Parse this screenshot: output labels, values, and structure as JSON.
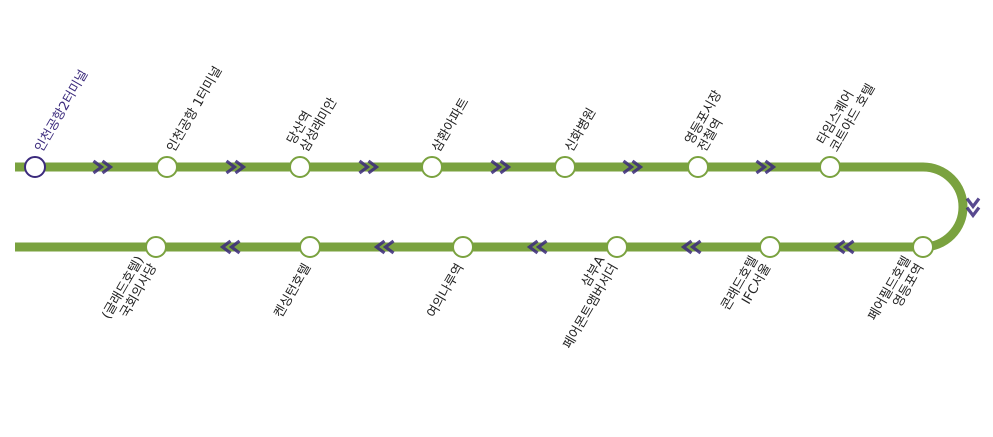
{
  "colors": {
    "line": "#7aa23f",
    "arrow": "#3b2a7c",
    "stop_fill": "#ffffff",
    "first_stop_stroke": "#3b2a7c",
    "first_label": "#3b2a7c",
    "label": "#222222"
  },
  "icons": {
    "direction_arrow": "double-chevron-icon"
  },
  "route": {
    "top_stops": [
      {
        "name": "stop-incheon-airport-t2",
        "lines": [
          "인천공항2터미널"
        ],
        "first": true
      },
      {
        "name": "stop-incheon-airport-t1",
        "lines": [
          "인천공항 1터미널"
        ]
      },
      {
        "name": "stop-dangsan",
        "lines": [
          "당산역",
          "삼성래미안"
        ]
      },
      {
        "name": "stop-samhwan-apt",
        "lines": [
          "삼환아파트"
        ]
      },
      {
        "name": "stop-sinhwa-hospital",
        "lines": [
          "신화병원"
        ]
      },
      {
        "name": "stop-yeongdeungpo-market",
        "lines": [
          "영등포시장",
          "전철역"
        ]
      },
      {
        "name": "stop-times-square",
        "lines": [
          "타임스퀘어",
          "코트야드 호텔"
        ]
      }
    ],
    "bottom_stops": [
      {
        "name": "stop-national-assembly",
        "lines": [
          "국회의사당",
          "(글래드호텔)"
        ]
      },
      {
        "name": "stop-kensington",
        "lines": [
          "켄싱턴호텔"
        ]
      },
      {
        "name": "stop-yeouinaru",
        "lines": [
          "여의나루역"
        ]
      },
      {
        "name": "stop-fairmont",
        "lines": [
          "페어몬트앰버서더",
          "삼부A"
        ]
      },
      {
        "name": "stop-ifc-seoul",
        "lines": [
          "IFC서울",
          "콘래드호텔"
        ]
      },
      {
        "name": "stop-yeongdeungpo-station",
        "lines": [
          "영등포역",
          "페어필드호텔"
        ]
      }
    ]
  }
}
